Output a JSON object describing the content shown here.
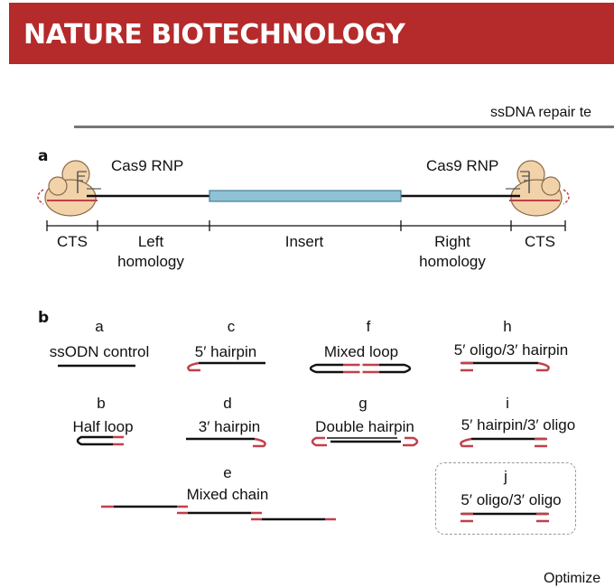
{
  "banner": {
    "title": "NATURE BIOTECHNOLOGY"
  },
  "header": {
    "section_title": "ssDNA repair te"
  },
  "panel_a": {
    "label": "a",
    "rnp_left": "Cas9 RNP",
    "rnp_right": "Cas9 RNP",
    "segments": [
      {
        "line1": "CTS",
        "line2": ""
      },
      {
        "line1": "Left",
        "line2": "homology"
      },
      {
        "line1": "Insert",
        "line2": ""
      },
      {
        "line1": "Right",
        "line2": "homology"
      },
      {
        "line1": "CTS",
        "line2": ""
      }
    ]
  },
  "panel_b": {
    "label": "b",
    "templates": [
      {
        "letter": "a",
        "name": "ssODN control"
      },
      {
        "letter": "b",
        "name": "Half loop"
      },
      {
        "letter": "c",
        "name": "5′ hairpin"
      },
      {
        "letter": "d",
        "name": "3′ hairpin"
      },
      {
        "letter": "e",
        "name": "Mixed chain"
      },
      {
        "letter": "f",
        "name": "Mixed loop"
      },
      {
        "letter": "g",
        "name": "Double hairpin"
      },
      {
        "letter": "h",
        "name": "5′ oligo/3′ hairpin"
      },
      {
        "letter": "i",
        "name": "5′ hairpin/3′ oligo"
      },
      {
        "letter": "j",
        "name": "5′ oligo/3′ oligo"
      }
    ]
  },
  "footer": {
    "text": "Optimize"
  },
  "colors": {
    "brand_red": "#b52a2a",
    "cts_red": "#c0404a",
    "insert_blue": "#8ec3d6",
    "rnp_tan": "#f2d2a9"
  }
}
